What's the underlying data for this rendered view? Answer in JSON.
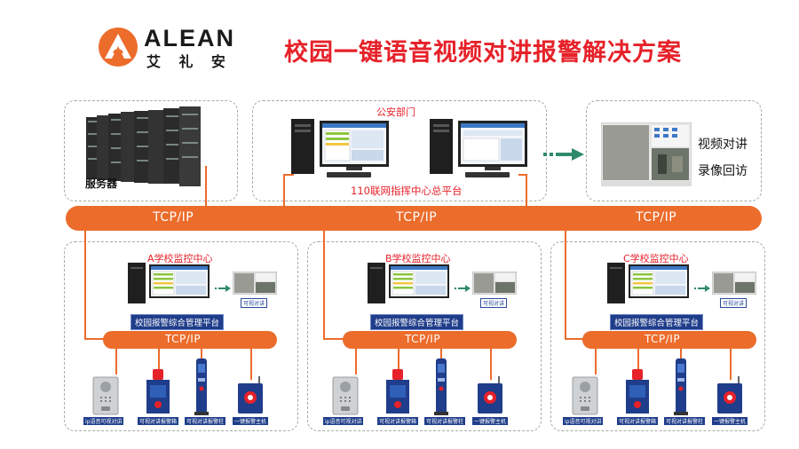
{
  "header": {
    "brand_name": "ALEAN",
    "brand_cn": "艾 礼 安",
    "title": "校园一键语音视频对讲报警解决方案"
  },
  "top": {
    "server_label": "服务器",
    "police_label": "公安部门",
    "platform_label": "110联网指挥中心总平台",
    "features": [
      "视频对讲",
      "录像回访"
    ]
  },
  "main_bus": {
    "labels": [
      "TCP/IP",
      "TCP/IP",
      "TCP/IP"
    ]
  },
  "schools": [
    {
      "center_label": "A学校监控中心",
      "platform_label": "校园报警综合管理平台",
      "intercom_label": "可视对讲",
      "bus_label": "TCP/IP",
      "devices": [
        "ip语音可视对讲",
        "可视对讲报警箱",
        "可视对讲报警柱",
        "一键报警主机"
      ]
    },
    {
      "center_label": "B学校监控中心",
      "platform_label": "校园报警综合管理平台",
      "intercom_label": "可视对讲",
      "bus_label": "TCP/IP",
      "devices": [
        "ip语音可视对讲",
        "可视对讲报警箱",
        "可视对讲报警柱",
        "一键报警主机"
      ]
    },
    {
      "center_label": "C学校监控中心",
      "platform_label": "校园报警综合管理平台",
      "intercom_label": "可视对讲",
      "bus_label": "TCP/IP",
      "devices": [
        "ip语音可视对讲",
        "可视对讲报警箱",
        "可视对讲报警柱",
        "一键报警主机"
      ]
    }
  ],
  "colors": {
    "accent": "#ec6c2b",
    "title_red": "#e62129",
    "badge_blue": "#1f3d8a"
  }
}
